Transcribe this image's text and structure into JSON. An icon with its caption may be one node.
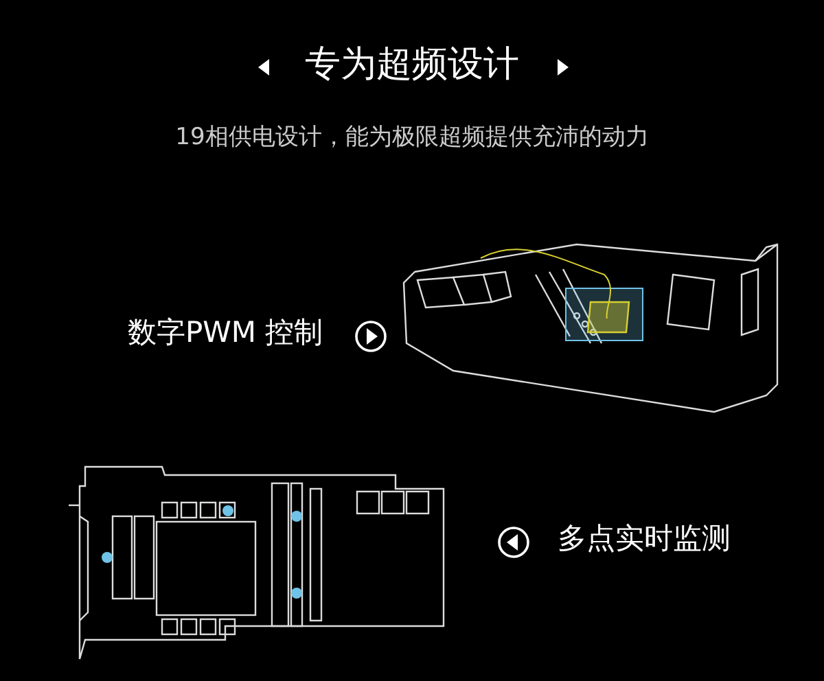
{
  "diagram": {
    "title": "专为超频设计",
    "labels": [
      "19相供电设计，能为极限超频提供充沛的动力",
      "数字PWM 控制",
      "多点实时监测"
    ]
  }
}
